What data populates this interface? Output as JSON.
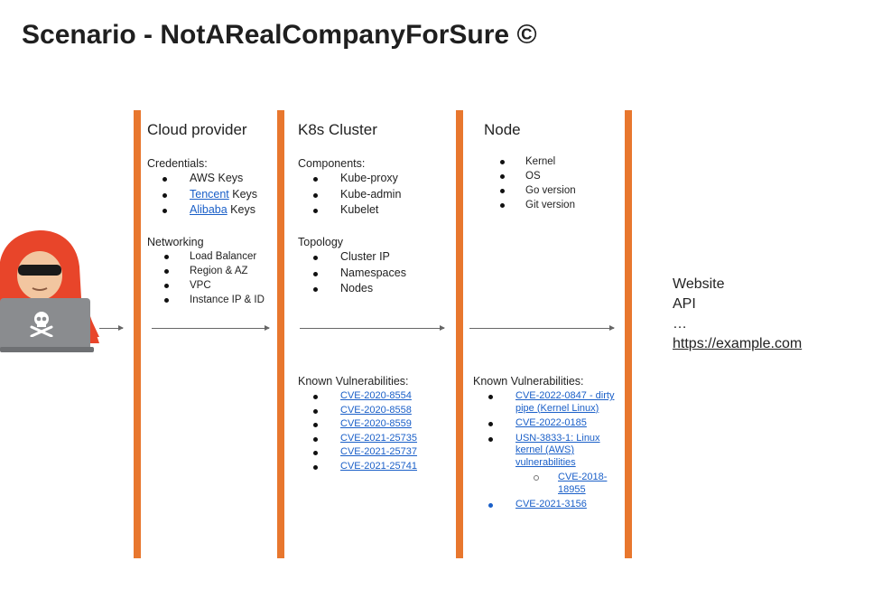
{
  "slide": {
    "title": "Scenario - NotARealCompanyForSure ©"
  },
  "cloud": {
    "title": "Cloud provider",
    "credentials_label": "Credentials:",
    "credentials": [
      {
        "text": "AWS Keys"
      },
      {
        "link": "Tencent",
        "text": " Keys"
      },
      {
        "link": "Alibaba",
        "text": " Keys"
      }
    ],
    "networking_label": "Networking",
    "networking": [
      "Load Balancer",
      "Region & AZ",
      "VPC",
      "Instance IP & ID"
    ]
  },
  "k8s": {
    "title": "K8s Cluster",
    "components_label": "Components:",
    "components": [
      "Kube-proxy",
      "Kube-admin",
      "Kubelet"
    ],
    "topology_label": "Topology",
    "topology": [
      "Cluster IP",
      "Namespaces",
      "Nodes"
    ],
    "vulns_label": "Known Vulnerabilities:",
    "vulns": [
      "CVE-2020-8554",
      "CVE-2020-8558",
      "CVE-2020-8559",
      "CVE-2021-25735",
      "CVE-2021-25737",
      "CVE-2021-25741"
    ]
  },
  "node": {
    "title": "Node",
    "items": [
      "Kernel",
      "OS",
      "Go version",
      "Git version"
    ],
    "vulns_label": "Known Vulnerabilities:",
    "vulns": [
      "CVE-2022-0847 - dirty pipe (Kernel Linux)",
      "CVE-2022-0185",
      "USN-3833-1: Linux kernel (AWS) vulnerabilities",
      "CVE-2018-18955",
      "CVE-2021-3156"
    ]
  },
  "target": {
    "line1": "Website",
    "line2": "API",
    "line3": "…",
    "link": "https://example.com"
  },
  "colors": {
    "accent": "#e8772e",
    "link": "#1a5fc8",
    "hoodie": "#e8452a"
  },
  "icons": [
    "hacker-icon",
    "laptop-icon",
    "skull-crossbones-icon"
  ]
}
